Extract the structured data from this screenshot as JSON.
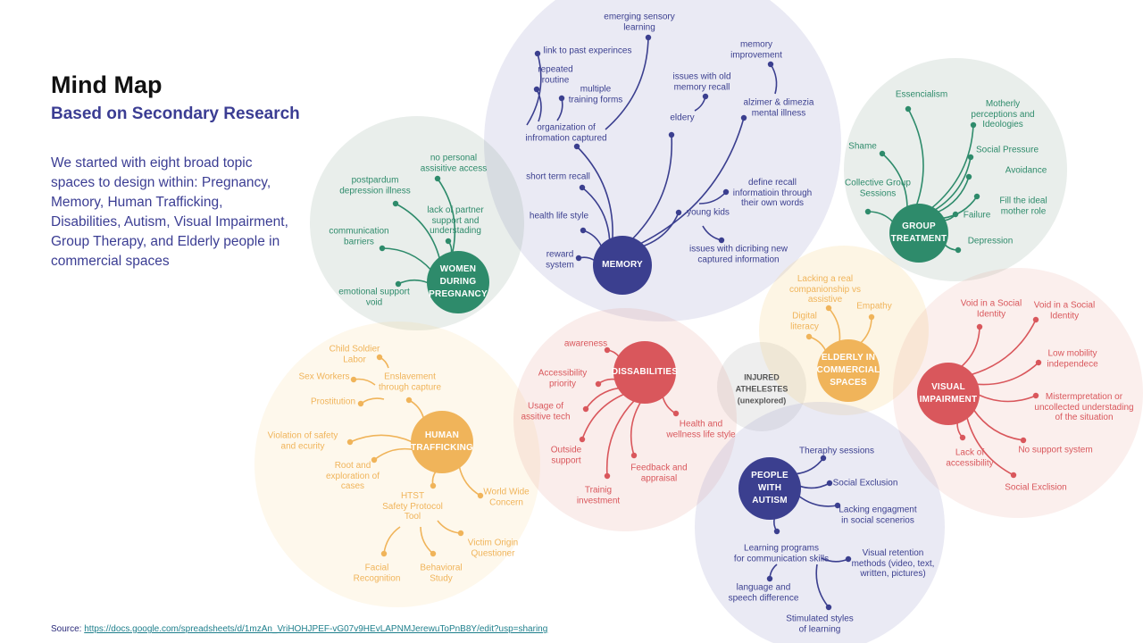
{
  "header": {
    "title": "Mind Map",
    "subtitle": "Based on Secondary Research",
    "description": "We started with eight broad topic spaces to design within: Pregnancy, Memory, Human Trafficking, Disabilities, Autism, Visual Impairment, Group Therapy, and Elderly people in commercial spaces"
  },
  "source": {
    "label": "Source:",
    "url": "https://docs.google.com/spreadsheets/d/1mzAn_VriHOHJPEF-vG07v9HEvLAPNMJerewuToPnB8Y/edit?usp=sharing"
  },
  "colors": {
    "navy": "#3b3f8f",
    "green": "#2e8b6b",
    "orange": "#f0b45a",
    "red": "#d9575c",
    "grey": "#555555"
  },
  "unexplored": {
    "label": "INJURED\nATHELESTES\n(unexplored)"
  },
  "topics": [
    {
      "title": "MEMORY",
      "color": "#3b3f8f",
      "nodes": [
        "emerging sensory\nlearning",
        "link to past experinces",
        "repeated\nroutine",
        "multiple\ntraining forms",
        "organization of\ninfromation captured",
        "short term recall",
        "health life style",
        "reward\nsystem",
        "eldery",
        "issues with old\nmemory recall",
        "memory\nimprovement",
        "alzimer & dimezia\nmental illness",
        "young kids",
        "define recall\ninformatioin through\ntheir own words",
        "issues with dicribing new\ncaptured information"
      ]
    },
    {
      "title": "WOMEN\nDURING\nPREGNANCY",
      "color": "#2e8b6b",
      "nodes": [
        "no personal\nassisitive access",
        "postpardum\ndepression illness",
        "lack of partner\nsupport and\nunderstading",
        "communication\nbarriers",
        "emotional support\nvoid"
      ]
    },
    {
      "title": "GROUP\nTREATMENT",
      "color": "#2e8b6b",
      "nodes": [
        "Essencialism",
        "Motherly\nperceptions and\nIdeologies",
        "Shame",
        "Social Pressure",
        "Collective Group\nSessions",
        "Avoidance",
        "Fill the ideal\nmother role",
        "Failure",
        "Depression"
      ]
    },
    {
      "title": "HUMAN\nTRAFFICKING",
      "color": "#f0b45a",
      "nodes": [
        "Enslavement\nthrough capture",
        "Child Soldier\nLabor",
        "Sex Workers",
        "Prostitution",
        "Violation of safety\nand ecurity",
        "Root and\nexploration of\ncases",
        "HTST\nSafety Protocol\nTool",
        "World Wide\nConcern",
        "Victim Origin\nQuestioner",
        "Facial\nRecognition",
        "Behavioral\nStudy"
      ]
    },
    {
      "title": "DISSABILITIES",
      "color": "#d9575c",
      "nodes": [
        "awareness",
        "Accessibility\npriority",
        "Usage of\nassitive tech",
        "Outside\nsupport",
        "Trainig\ninvestment",
        "Feedback and\nappraisal",
        "Health and\nwellness life style"
      ]
    },
    {
      "title": "ELDERLY IN\nCOMMERCIAL\nSPACES",
      "color": "#f0b45a",
      "nodes": [
        "Lacking a real\ncompanionship vs\nassistive",
        "Digital\nliteracy",
        "Empathy"
      ]
    },
    {
      "title": "VISUAL\nIMPAIRMENT",
      "color": "#d9575c",
      "nodes": [
        "Void in a Social\nIdentity",
        "Void in a Social\nIdentity",
        "Low mobility\nindependece",
        "Mistermpretation or\nuncollected understading\nof the situation",
        "No support system",
        "Lack of\naccessibility",
        "Social Exclision"
      ]
    },
    {
      "title": "PEOPLE\nWITH\nAUTISM",
      "color": "#3b3f8f",
      "nodes": [
        "Theraphy sessions",
        "Social Exclusion",
        "Lacking engagment\nin social scenerios",
        "Learning programs\nfor communication skills",
        "Visual retention\nmethods (video, text,\nwritten, pictures)",
        "language and\nspeech difference",
        "Stimulated styles\nof learning"
      ]
    }
  ]
}
